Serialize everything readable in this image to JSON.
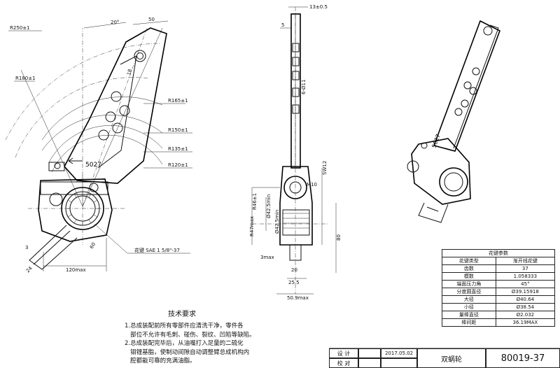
{
  "dimensions": {
    "r250": "R250±1",
    "r180": "R180±1",
    "r165": "R165±1",
    "r150": "R150±1",
    "r135": "R135±1",
    "r120": "R120±1",
    "angle_20": "20°",
    "width_50": "50",
    "hole_spacing_18": "18",
    "stamp_5027": "5027",
    "width_120max": "120max",
    "dim_3": "3",
    "dim_24": "24",
    "dim_60": "60",
    "spline_label": "花键 SAE 1 5/8\"-37",
    "top_13": "13±0.5",
    "left_5": "5",
    "hole_dia": "6-Ø11",
    "dim_r46": "R46±1",
    "dim_m10": "M10",
    "dim_r47": "R47max",
    "dim_425": "Ø42.5min",
    "dim_425b": "Ø42.5min",
    "sw12": "SW12",
    "dim_80": "80",
    "dim_3max": "3max",
    "dim_20": "20",
    "dim_255": "25.5",
    "dim_509": "50.9max"
  },
  "param_table": {
    "title": "花键参数",
    "rows": [
      {
        "label": "花键类型",
        "value": "渐开线花键"
      },
      {
        "label": "齿数",
        "value": "37"
      },
      {
        "label": "模数",
        "value": "1.058333"
      },
      {
        "label": "端面压力角",
        "value": "45°"
      },
      {
        "label": "分度圆直径",
        "value": "Ø39.15918"
      },
      {
        "label": "大径",
        "value": "Ø40.64"
      },
      {
        "label": "小径",
        "value": "Ø38.54"
      },
      {
        "label": "量棒直径",
        "value": "Ø2.032"
      },
      {
        "label": "棒间距",
        "value": "36.19MAX"
      }
    ]
  },
  "notes": {
    "title": "技术要求",
    "items": [
      "1.总成装配前所有零部件应清洗干净，零件各",
      "   部位不允许有毛刺、碰伤、裂纹、凹陷等缺陷。",
      "2.总成装配完毕后，从油嘴打入足量的二硫化",
      "   钼锂基脂，使制动间隙自动调整臂总成机构内",
      "   腔都能可靠的充满油脂。"
    ]
  },
  "title_block": {
    "design_label": "设 计",
    "check_label": "校 对",
    "date": "2017.05.02",
    "part_name": "双蜗轮",
    "part_number": "80019-37"
  }
}
